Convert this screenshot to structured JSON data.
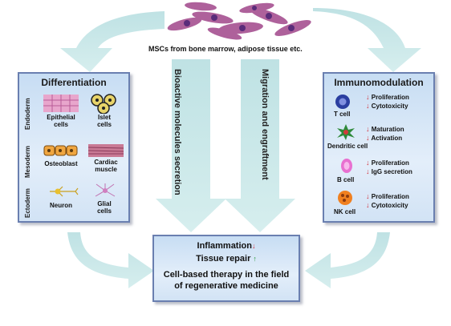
{
  "source_label": "MSCs from bone marrow, adipose tissue etc.",
  "arrows": {
    "left": "Bioactive molecules secretion",
    "right": "Migration and engraftment"
  },
  "differentiation": {
    "title": "Differentiation",
    "germ_layers": [
      "Endoderm",
      "Mesoderm",
      "Ectoderm"
    ],
    "cells": {
      "epithelial": "Epithelial cells",
      "islet": "Islet cells",
      "osteoblast": "Osteoblast",
      "cardiac": "Cardiac muscle",
      "neuron": "Neuron",
      "glial": "Glial cells"
    }
  },
  "immunomodulation": {
    "title": "Immunomodulation",
    "cells": [
      {
        "name": "T cell",
        "effects": [
          "Proliferation",
          "Cytotoxicity"
        ]
      },
      {
        "name": "Dendritic cell",
        "effects": [
          "Maturation",
          "Activation"
        ]
      },
      {
        "name": "B cell",
        "effects": [
          "Proliferation",
          "IgG secretion"
        ]
      },
      {
        "name": "NK cell",
        "effects": [
          "Proliferation",
          "Cytotoxicity"
        ]
      }
    ]
  },
  "outcome": {
    "inflammation": "Inflammation",
    "tissue_repair": "Tissue repair",
    "therapy_line1": "Cell-based therapy in the field",
    "therapy_line2": "of regenerative medicine"
  },
  "colors": {
    "arrow_fill": "#c5e4e6",
    "panel_border": "#6a7fb0",
    "down_arrow": "#d3303a",
    "up_arrow": "#2a9a3a"
  },
  "icons": {
    "down": "↓",
    "up": "↑"
  }
}
